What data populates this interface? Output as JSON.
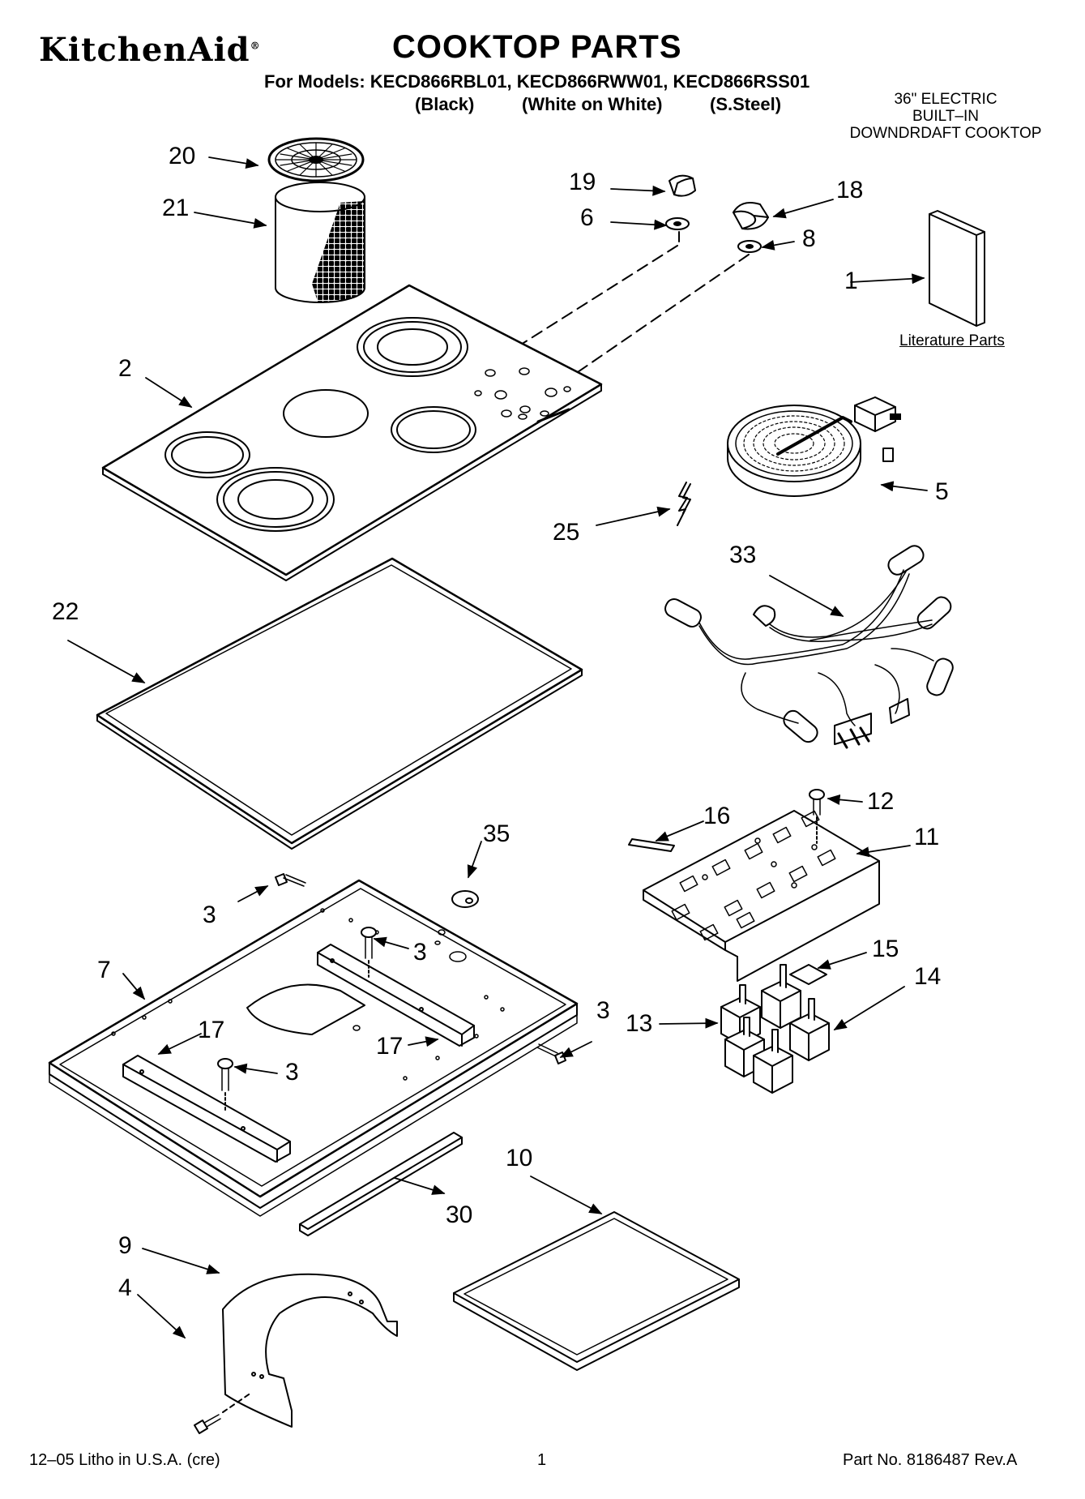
{
  "header": {
    "brand": "KitchenAid",
    "title": "COOKTOP PARTS",
    "models_line": "For Models: KECD866RBL01, KECD866RWW01, KECD866RSS01",
    "variants": [
      "(Black)",
      "(White on White)",
      "(S.Steel)"
    ],
    "appliance_lines": [
      "36\" ELECTRIC",
      "BUILT–IN",
      "DOWNDRDAFT COOKTOP"
    ]
  },
  "literature_label": "Literature Parts",
  "callouts": {
    "c1": "1",
    "c2": "2",
    "c3a": "3",
    "c3b": "3",
    "c3c": "3",
    "c3d": "3",
    "c4": "4",
    "c5": "5",
    "c6": "6",
    "c7": "7",
    "c8": "8",
    "c9": "9",
    "c10": "10",
    "c11": "11",
    "c12": "12",
    "c13": "13",
    "c14": "14",
    "c15": "15",
    "c16": "16",
    "c17a": "17",
    "c17b": "17",
    "c18": "18",
    "c19": "19",
    "c20": "20",
    "c21": "21",
    "c22": "22",
    "c25": "25",
    "c30": "30",
    "c33": "33",
    "c35": "35"
  },
  "footer": {
    "litho": "12–05 Litho in U.S.A. (cre)",
    "page": "1",
    "part_no": "Part No. 8186487 Rev.A"
  }
}
